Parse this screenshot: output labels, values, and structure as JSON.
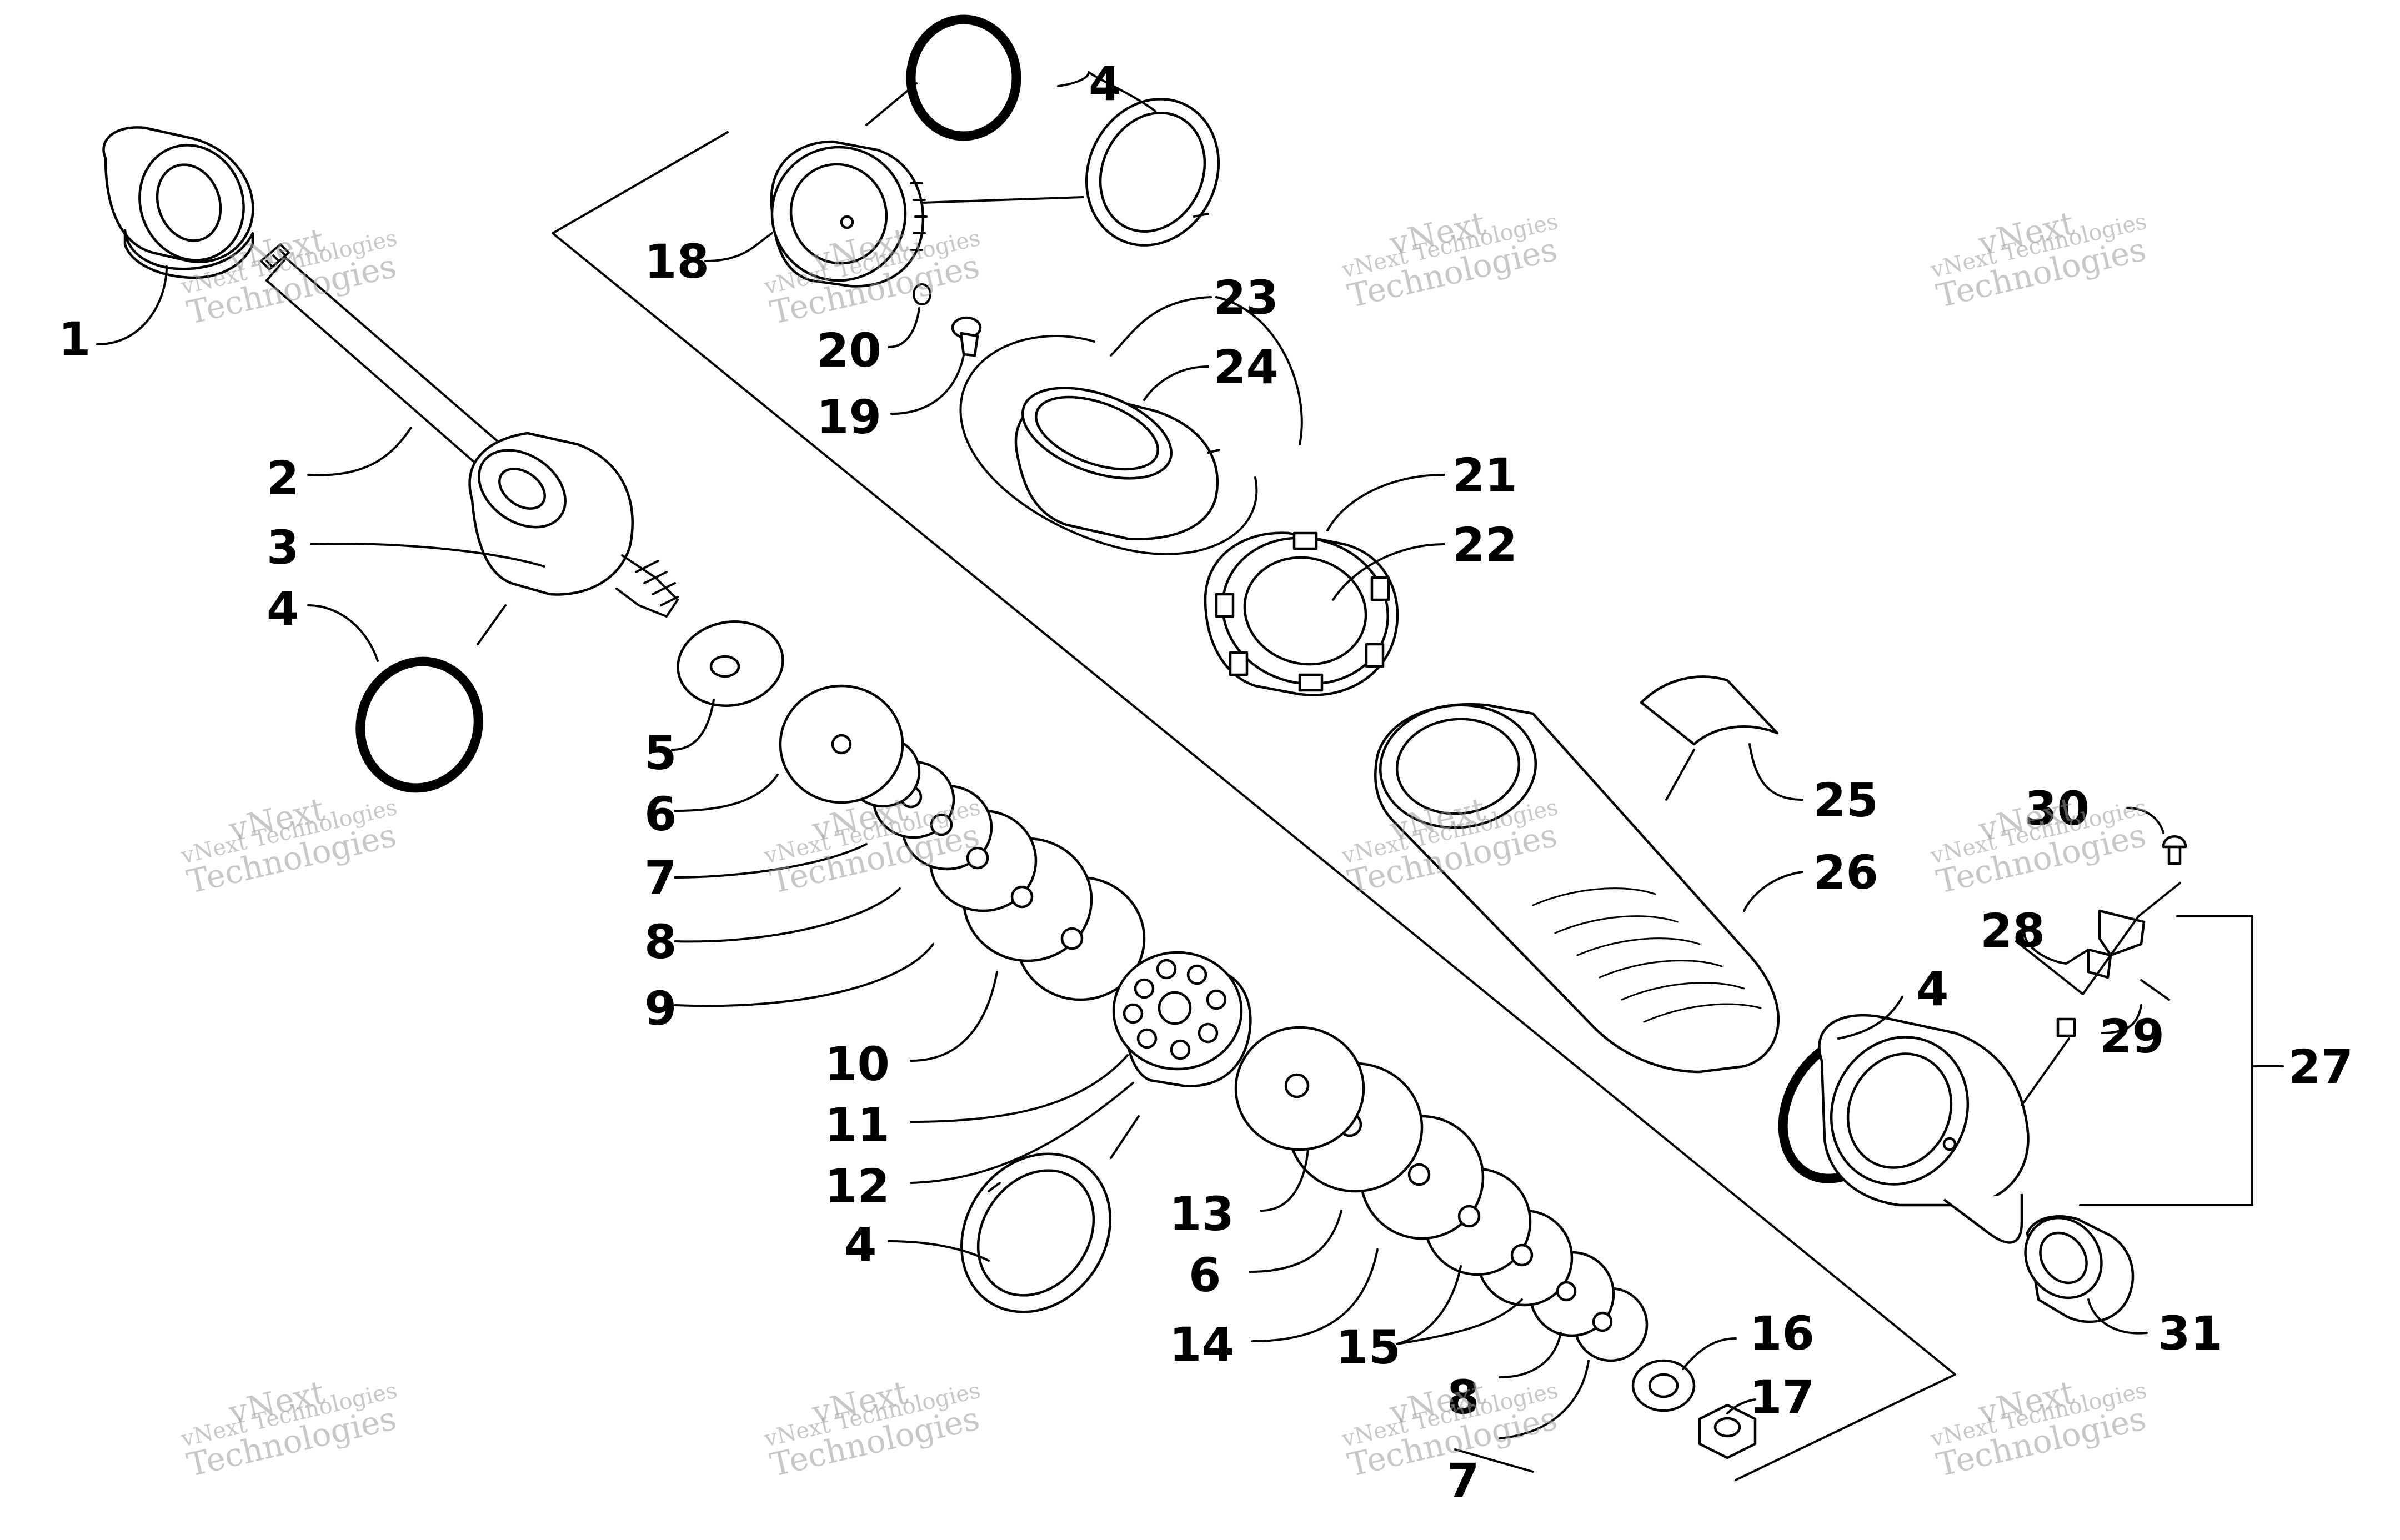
{
  "watermark": {
    "line1": "vNext Technologies",
    "line2": "vNext",
    "line3": "Technologies"
  },
  "callouts": [
    {
      "id": "c1",
      "label": "1"
    },
    {
      "id": "c2",
      "label": "2"
    },
    {
      "id": "c3",
      "label": "3"
    },
    {
      "id": "c4a",
      "label": "4"
    },
    {
      "id": "c4b",
      "label": "4"
    },
    {
      "id": "c4c",
      "label": "4"
    },
    {
      "id": "c4d",
      "label": "4"
    },
    {
      "id": "c5",
      "label": "5"
    },
    {
      "id": "c6a",
      "label": "6"
    },
    {
      "id": "c6b",
      "label": "6"
    },
    {
      "id": "c7a",
      "label": "7"
    },
    {
      "id": "c7b",
      "label": "7"
    },
    {
      "id": "c8a",
      "label": "8"
    },
    {
      "id": "c8b",
      "label": "8"
    },
    {
      "id": "c9",
      "label": "9"
    },
    {
      "id": "c10",
      "label": "10"
    },
    {
      "id": "c11",
      "label": "11"
    },
    {
      "id": "c12",
      "label": "12"
    },
    {
      "id": "c13",
      "label": "13"
    },
    {
      "id": "c14",
      "label": "14"
    },
    {
      "id": "c15",
      "label": "15"
    },
    {
      "id": "c16",
      "label": "16"
    },
    {
      "id": "c17",
      "label": "17"
    },
    {
      "id": "c18",
      "label": "18"
    },
    {
      "id": "c19",
      "label": "19"
    },
    {
      "id": "c20",
      "label": "20"
    },
    {
      "id": "c21",
      "label": "21"
    },
    {
      "id": "c22",
      "label": "22"
    },
    {
      "id": "c23",
      "label": "23"
    },
    {
      "id": "c24",
      "label": "24"
    },
    {
      "id": "c25",
      "label": "25"
    },
    {
      "id": "c26",
      "label": "26"
    },
    {
      "id": "c27",
      "label": "27"
    },
    {
      "id": "c28",
      "label": "28"
    },
    {
      "id": "c29",
      "label": "29"
    },
    {
      "id": "c30",
      "label": "30"
    },
    {
      "id": "c31",
      "label": "31"
    }
  ]
}
